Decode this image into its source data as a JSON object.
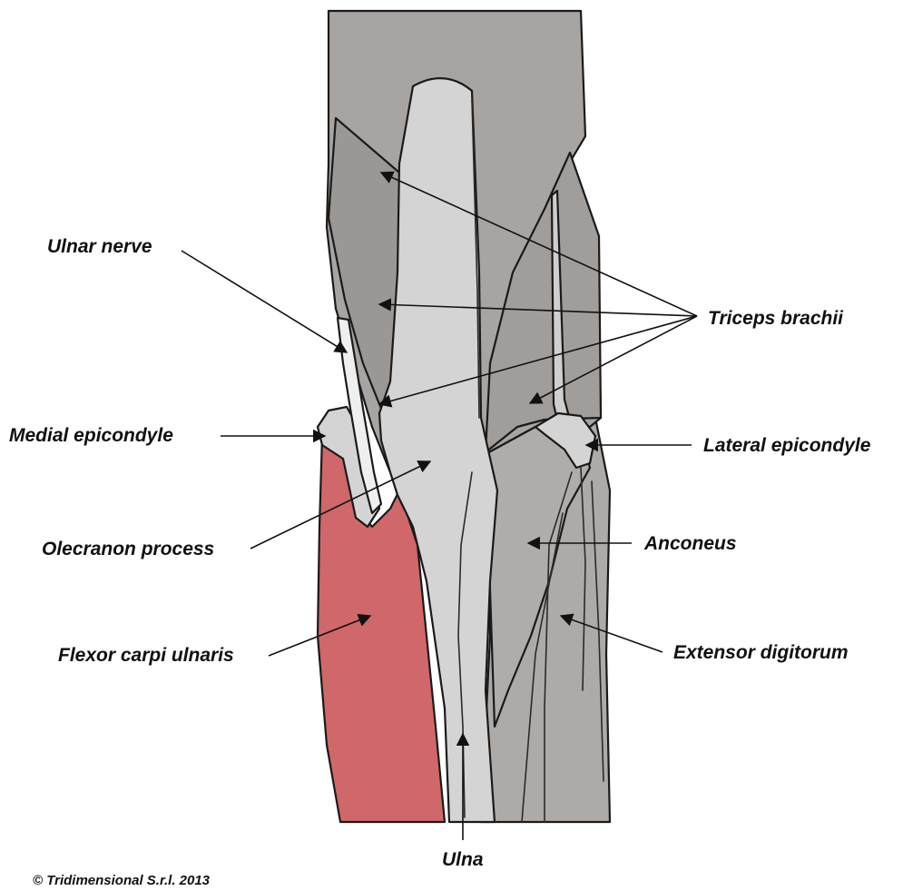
{
  "labels": {
    "ulnar_nerve": "Ulnar nerve",
    "medial_epicondyle": "Medial epicondyle",
    "olecranon_process": "Olecranon process",
    "flexor_carpi_ulnaris": "Flexor carpi ulnaris",
    "triceps_brachii": "Triceps brachii",
    "lateral_epicondyle": "Lateral epicondyle",
    "anconeus": "Anconeus",
    "extensor_digitorum": "Extensor digitorum",
    "ulna": "Ulna"
  },
  "copyright": "© Tridimensional S.r.l. 2013",
  "colors": {
    "muscle_gray": "#a8a4a1",
    "muscle_dark": "#8f8b88",
    "bone": "#d4d4d4",
    "flexor_red": "#d0676b",
    "nerve": "#efefef"
  }
}
